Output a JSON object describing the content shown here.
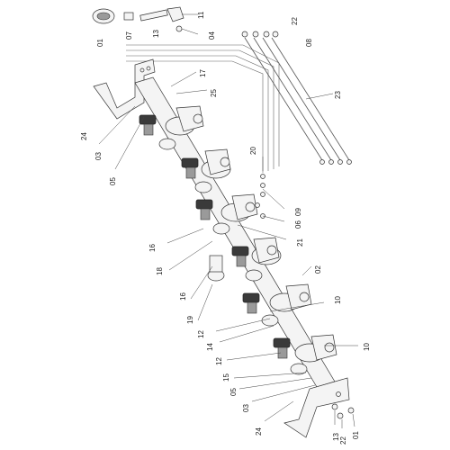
{
  "diagram": {
    "callouts": [
      {
        "id": "c-01-top",
        "text": "01"
      },
      {
        "id": "c-07",
        "text": "07"
      },
      {
        "id": "c-13-top",
        "text": "13"
      },
      {
        "id": "c-11",
        "text": "11"
      },
      {
        "id": "c-04",
        "text": "04"
      },
      {
        "id": "c-22-top",
        "text": "22"
      },
      {
        "id": "c-08",
        "text": "08"
      },
      {
        "id": "c-17",
        "text": "17"
      },
      {
        "id": "c-25",
        "text": "25"
      },
      {
        "id": "c-23",
        "text": "23"
      },
      {
        "id": "c-24-top",
        "text": "24"
      },
      {
        "id": "c-03-top",
        "text": "03"
      },
      {
        "id": "c-05-top",
        "text": "05"
      },
      {
        "id": "c-20",
        "text": "20"
      },
      {
        "id": "c-09",
        "text": "09"
      },
      {
        "id": "c-06",
        "text": "06"
      },
      {
        "id": "c-21",
        "text": "21"
      },
      {
        "id": "c-16-a",
        "text": "16"
      },
      {
        "id": "c-18",
        "text": "18"
      },
      {
        "id": "c-16-b",
        "text": "16"
      },
      {
        "id": "c-02",
        "text": "02"
      },
      {
        "id": "c-19",
        "text": "19"
      },
      {
        "id": "c-10-a",
        "text": "10"
      },
      {
        "id": "c-12-a",
        "text": "12"
      },
      {
        "id": "c-14",
        "text": "14"
      },
      {
        "id": "c-10-b",
        "text": "10"
      },
      {
        "id": "c-12-b",
        "text": "12"
      },
      {
        "id": "c-15",
        "text": "15"
      },
      {
        "id": "c-05-bot",
        "text": "05"
      },
      {
        "id": "c-03-bot",
        "text": "03"
      },
      {
        "id": "c-24-bot",
        "text": "24"
      },
      {
        "id": "c-13-bot",
        "text": "13"
      },
      {
        "id": "c-22-bot",
        "text": "22"
      },
      {
        "id": "c-01-bot",
        "text": "01"
      }
    ]
  }
}
